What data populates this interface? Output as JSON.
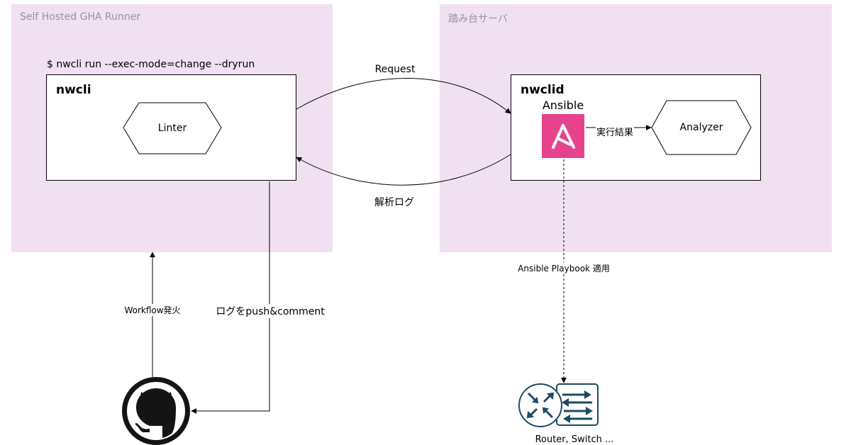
{
  "zones": {
    "runner": {
      "title": "Self Hosted GHA Runner"
    },
    "bastion": {
      "title": "踏み台サーバ"
    }
  },
  "command": "$ nwcli run --exec-mode=change --dryrun",
  "nodes": {
    "nwcli": {
      "title": "nwcli",
      "linter": "Linter"
    },
    "nwclid": {
      "title": "nwclid",
      "ansible": "Ansible",
      "analyzer": "Analyzer",
      "exec_result": "実行結果"
    }
  },
  "edges": {
    "request": "Request",
    "analysis_log": "解析ログ",
    "workflow_trigger": "Workflow発火",
    "push_comment": "ログをpush&comment",
    "playbook_apply": "Ansible Playbook 適用"
  },
  "devices": {
    "label": "Router, Switch ..."
  },
  "icons": {
    "github": "github-octocat-icon",
    "ansible": "ansible-logo-icon",
    "router": "router-icon",
    "switch": "switch-icon"
  },
  "colors": {
    "zone_fill": "#f1e0f2",
    "ansible": "#e7438d",
    "device": "#1d4a63"
  }
}
